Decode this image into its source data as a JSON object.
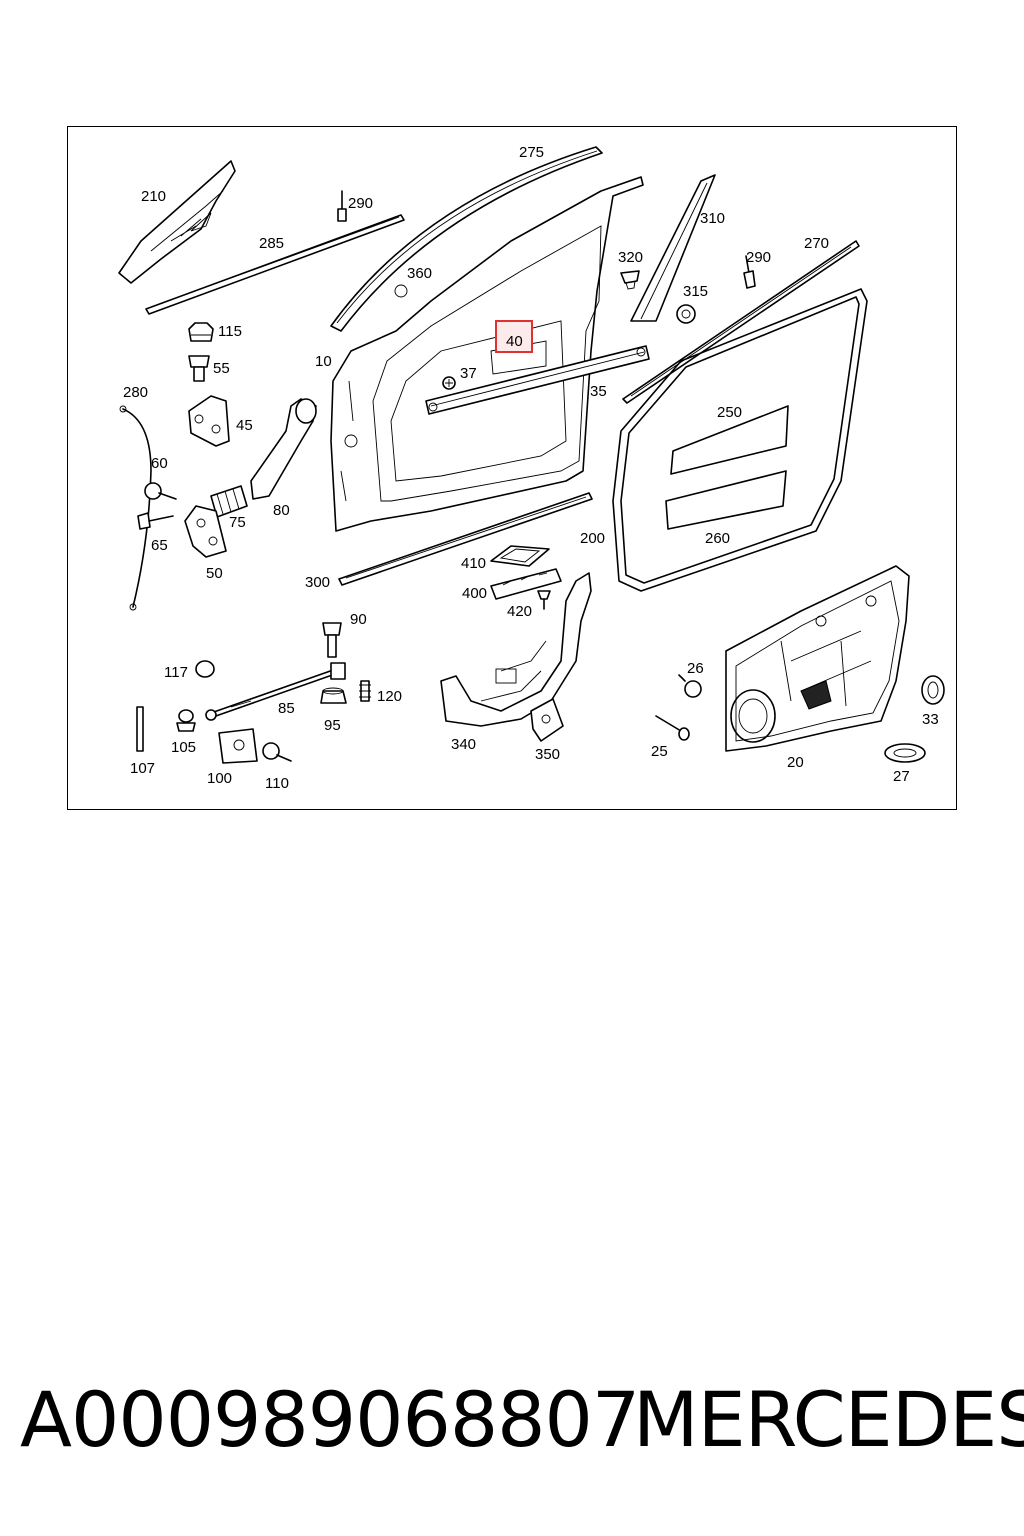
{
  "diagram": {
    "highlighted_part": "40",
    "callouts": [
      "275",
      "210",
      "290",
      "285",
      "310",
      "320",
      "270",
      "290",
      "360",
      "315",
      "115",
      "55",
      "10",
      "40",
      "37",
      "35",
      "280",
      "45",
      "250",
      "60",
      "75",
      "80",
      "65",
      "260",
      "50",
      "200",
      "410",
      "400",
      "300",
      "420",
      "90",
      "117",
      "26",
      "120",
      "85",
      "95",
      "33",
      "105",
      "340",
      "350",
      "25",
      "107",
      "20",
      "100",
      "110",
      "27"
    ]
  },
  "footer": {
    "part_number": "A000989068807",
    "brand": "MERCEDES"
  },
  "colors": {
    "highlight_border": "#e03131",
    "highlight_fill": "#fdeaea"
  }
}
